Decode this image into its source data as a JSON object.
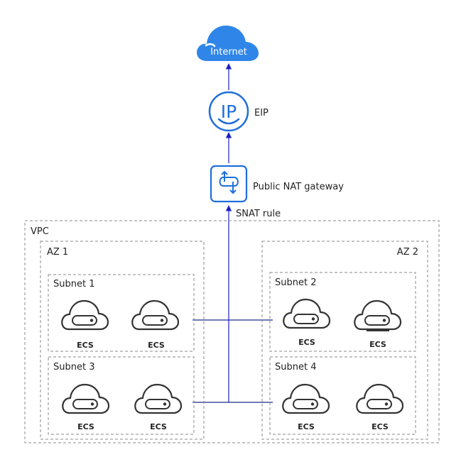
{
  "internet": {
    "label": "Internet"
  },
  "eip": {
    "icon_text": "IP",
    "label": "EIP"
  },
  "nat_gateway": {
    "label": "Public NAT gateway"
  },
  "snat_rule": {
    "label": "SNAT rule"
  },
  "vpc": {
    "label": "VPC"
  },
  "azs": [
    {
      "label": "AZ 1",
      "subnets": [
        {
          "label": "Subnet 1",
          "servers": [
            "ECS",
            "ECS"
          ]
        },
        {
          "label": "Subnet 3",
          "servers": [
            "ECS",
            "ECS"
          ]
        }
      ]
    },
    {
      "label": "AZ 2",
      "subnets": [
        {
          "label": "Subnet 2",
          "servers": [
            "ECS",
            "ECS"
          ]
        },
        {
          "label": "Subnet 4",
          "servers": [
            "ECS",
            "ECS"
          ]
        }
      ]
    }
  ],
  "colors": {
    "accent": "#1e6fd9",
    "cloud_fill": "#2f86e8",
    "line": "#1b2a8a",
    "arrow": "#1a1fc4",
    "dashed_border": "#8a8a8a"
  },
  "icons": [
    "cloud-icon",
    "ip-icon",
    "nat-gateway-icon",
    "ecs-server-icon"
  ]
}
